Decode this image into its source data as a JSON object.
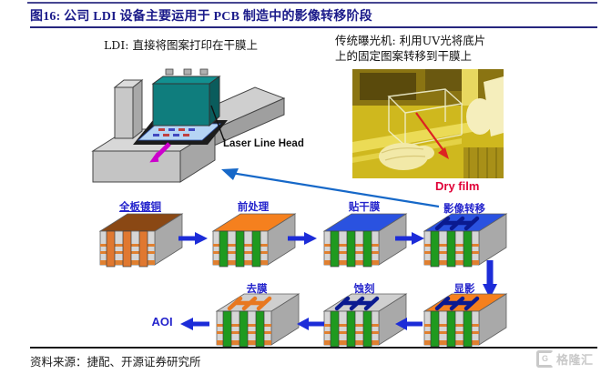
{
  "title": "图16: 公司 LDI 设备主要运用于 PCB 制造中的影像转移阶段",
  "ldi": {
    "caption": "LDI:  直接将图案打印在干膜上",
    "machine_label": "Laser Line Head"
  },
  "exposure": {
    "caption_line1": "传统曝光机: 利用UV光将底片",
    "caption_line2": "上的固定图案转移到干膜上",
    "photo_label": "Dry film"
  },
  "flow": {
    "row1": [
      {
        "label": "全板镀铜",
        "top_color": "#8a4814",
        "via_color": "#e07830",
        "pattern_color": null,
        "underline": true
      },
      {
        "label": "前处理",
        "top_color": "#f5801e",
        "via_color": "#1f9a1f",
        "pattern_color": null,
        "underline": false
      },
      {
        "label": "贴干膜",
        "top_color": "#2a52e0",
        "via_color": "#1f9a1f",
        "pattern_color": null,
        "underline": false
      },
      {
        "label": "影像转移",
        "top_color": "#2a52e0",
        "via_color": "#1f9a1f",
        "pattern_color": "#0a1a90",
        "underline": false
      }
    ],
    "row2": [
      {
        "label": "去膜",
        "top_color": "#cfcfcf",
        "via_color": "#1f9a1f",
        "pattern_color": "#e87820",
        "underline": false
      },
      {
        "label": "蚀刻",
        "top_color": "#cfcfcf",
        "via_color": "#1f9a1f",
        "pattern_color": "#0a1a90",
        "underline": false
      },
      {
        "label": "显影",
        "top_color": "#f5801e",
        "via_color": "#1f9a1f",
        "pattern_color": "#0a1a90",
        "underline": false
      }
    ],
    "aoi_label": "AOI"
  },
  "footer": {
    "source": "资料来源：捷配、开源证券研究所",
    "watermark_g": "G",
    "watermark_text": "格隆汇"
  },
  "colors": {
    "title_navy": "#1b1b8a",
    "rule_navy": "#26267e",
    "label_blue": "#2424cc",
    "arrow_blue": "#1c2cd8",
    "connector_blue": "#1668c8",
    "red": "#e00038",
    "watermark_gray": "#c9c9c9"
  }
}
